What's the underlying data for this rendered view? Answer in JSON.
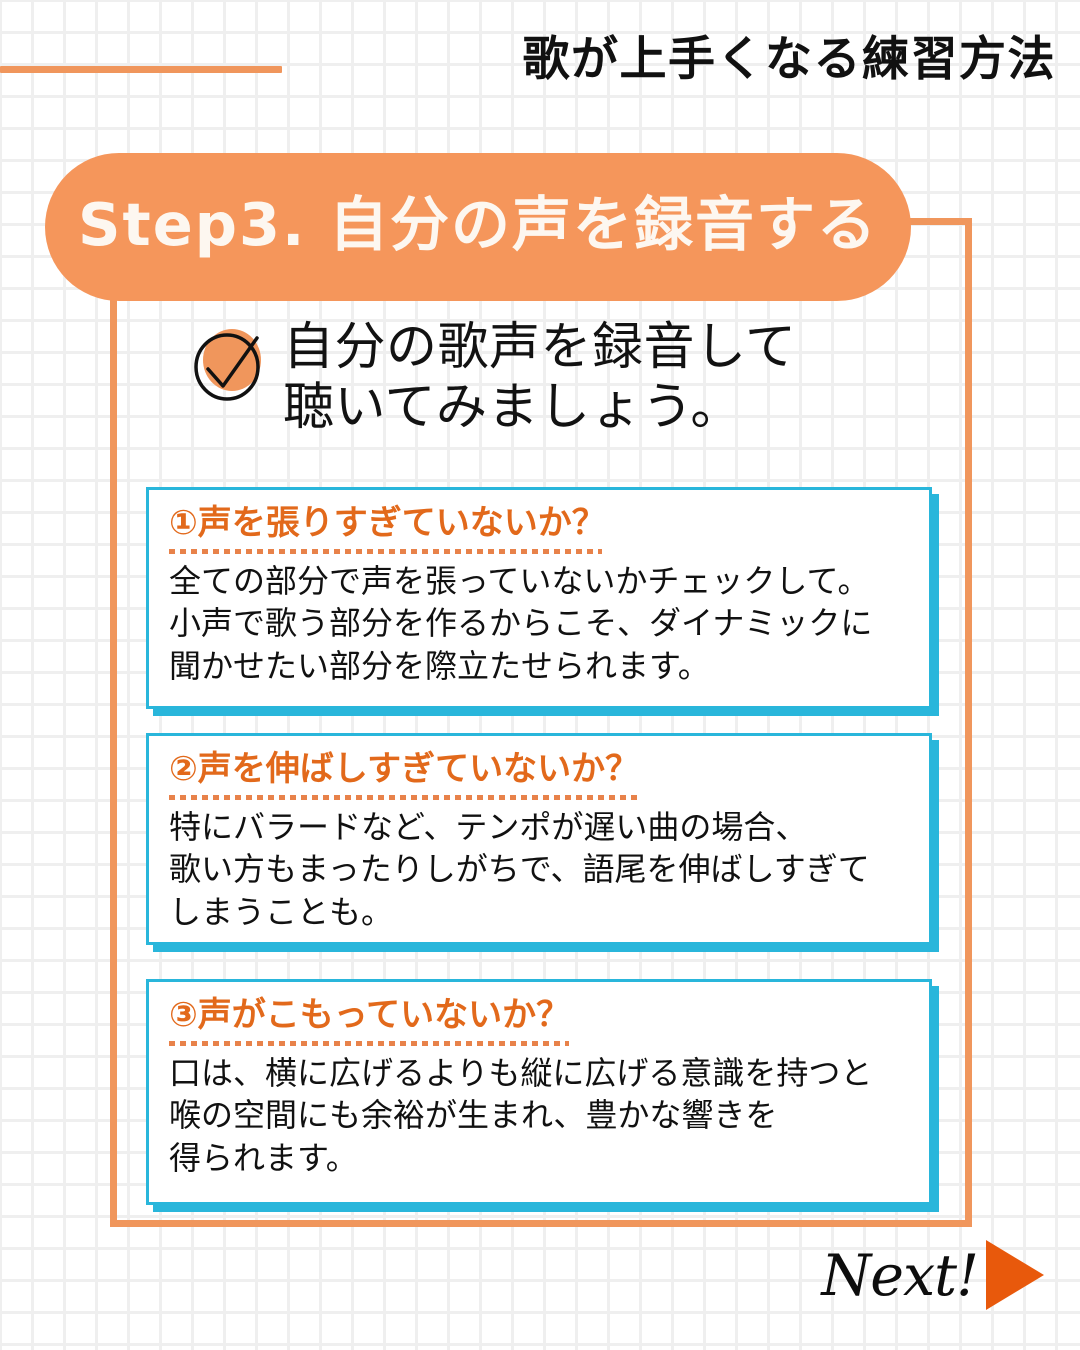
{
  "header": {
    "title": "歌が上手くなる練習方法",
    "rule_color": "#F0965C"
  },
  "step": {
    "label": "Step3. 自分の声を録音する",
    "pill_color": "#F5965B",
    "text_color": "#FDF7F0"
  },
  "lead": {
    "icon": "check-circle-icon",
    "text": "自分の歌声を録音して\n聴いてみましょう。"
  },
  "cards": [
    {
      "title": "①声を張りすぎていないか？",
      "body": "全ての部分で声を張っていないかチェックして。\n小声で歌う部分を作るからこそ、ダイナミックに\n聞かせたい部分を際立たせられます。"
    },
    {
      "title": "②声を伸ばしすぎていないか？",
      "body": "特にバラードなど、テンポが遅い曲の場合、\n歌い方もまったりしがちで、語尾を伸ばしすぎて\nしまうことも。"
    },
    {
      "title": "③声がこもっていないか？",
      "body": "口は、横に広げるよりも縦に広げる意識を持つと\n喉の空間にも余裕が生まれ、豊かな響きを\n得られます。"
    }
  ],
  "footer": {
    "next_label": "Next!",
    "arrow_icon": "play-triangle-icon",
    "arrow_color": "#E8590C"
  },
  "theme": {
    "orange": "#F0965C",
    "orange_dark": "#E2691B",
    "cyan": "#29B6DB",
    "grid_line": "#EFEFEF",
    "background": "#FFFFFF"
  }
}
